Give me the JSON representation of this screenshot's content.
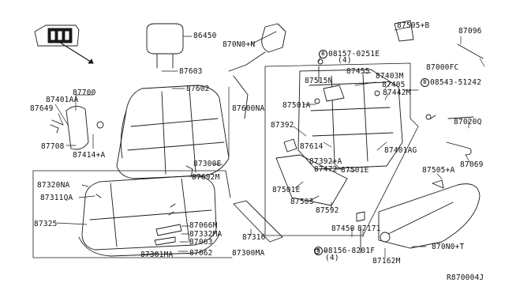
{
  "diagram": {
    "part_labels": {
      "p86450": "86450",
      "p870N0N": "870N0+N",
      "p87505B": "87505+B",
      "p87096": "87096",
      "p08157": "08157-0251E",
      "p08157q": "(4)",
      "p87455": "87455",
      "p87515N": "87515N",
      "p87403M": "87403M",
      "p87405": "87405",
      "p87000FC": "87000FC",
      "p08543": "08543-51242",
      "p87442M": "87442M",
      "p87700": "87700",
      "p87401AA": "87401AA",
      "p87649": "87649",
      "p87603": "87603",
      "p87602": "87602",
      "p87600NA": "87600NA",
      "p87501A": "87501A",
      "p87392": "87392",
      "p87020Q": "87020Q",
      "p87708": "87708",
      "p87414A": "87414+A",
      "p87614": "87614",
      "p87401AG": "87401AG",
      "p87392A": "87392+A",
      "p87069": "87069",
      "p87300E": "87300E",
      "p87692M": "87692M",
      "p87472": "87472",
      "p87501E_r": "87501E",
      "p87505A": "87505+A",
      "p87320NA": "87320NA",
      "p87501E_l": "87501E",
      "p87311QA": "87311QA",
      "p87503": "87503",
      "p87592": "87592",
      "p87066M": "87066M",
      "p87325": "87325",
      "p87332MA": "87332MA",
      "p87316": "87316",
      "p87450": "87450",
      "p87171": "87171",
      "p87063": "87063",
      "p870N0T": "870N0+T",
      "p08156": "08156-8201F",
      "p08156q": "(4)",
      "p87062": "87062",
      "p87301MA": "87301MA",
      "p87300MA": "87300MA",
      "p87162M": "87162M"
    },
    "bolt_marker": "B",
    "drawing_ref": "R870004J"
  }
}
